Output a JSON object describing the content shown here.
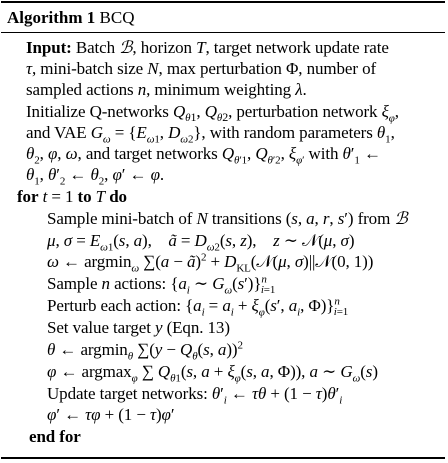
{
  "title": {
    "label": "Algorithm 1",
    "name": "BCQ"
  },
  "lines": [
    {
      "indent": 1,
      "text": "Input: Batch ℬ, horizon T, target network update rate"
    },
    {
      "indent": 1,
      "text": "τ, mini-batch size N, max perturbation Φ, number of"
    },
    {
      "indent": 1,
      "text": "sampled actions n, minimum weighting λ."
    },
    {
      "indent": 1,
      "text": "Initialize Q-networks Q_θ1, Q_θ2, perturbation network ξ_φ,"
    },
    {
      "indent": 1,
      "text": "and VAE G_ω = {E_ω1, D_ω2}, with random parameters θ1,"
    },
    {
      "indent": 1,
      "text": "θ2, φ, ω, and target networks Q_θ'1, Q_θ'2, ξ_φ' with θ'1 ←"
    },
    {
      "indent": 1,
      "text": "θ1, θ'2 ← θ2, φ' ← φ."
    },
    {
      "indent": 1,
      "text": "for t = 1 to T do"
    },
    {
      "indent": 2,
      "text": "Sample mini-batch of N transitions (s, a, r, s') from ℬ"
    },
    {
      "indent": 2,
      "text": "μ, σ = E_ω1(s, a),   ã = D_ω2(s, z),   z ∼ 𝒩(μ, σ)"
    },
    {
      "indent": 2,
      "text": "ω ← argmin_ω Σ(a − ã)² + D_KL(𝒩(μ, σ)||𝒩(0, 1))"
    },
    {
      "indent": 2,
      "text": "Sample n actions: {a_i ∼ G_ω(s')}_{i=1}^n"
    },
    {
      "indent": 2,
      "text": "Perturb each action: {a_i = a_i + ξ_φ(s', a_i, Φ)}_{i=1}^n"
    },
    {
      "indent": 2,
      "text": "Set value target y (Eqn. 13)"
    },
    {
      "indent": 2,
      "text": "θ ← argmin_θ Σ(y − Q_θ(s, a))²"
    },
    {
      "indent": 2,
      "text": "φ ← argmax_φ Σ Q_θ1(s, a + ξ_φ(s, a, Φ)), a ∼ G_ω(s)"
    },
    {
      "indent": 2,
      "text": "Update target networks: θ'_i ← τθ + (1 − τ)θ'_i"
    },
    {
      "indent": 2,
      "text": "φ' ← τφ + (1 − τ)φ'"
    },
    {
      "indent": 1,
      "text": "end for"
    }
  ]
}
